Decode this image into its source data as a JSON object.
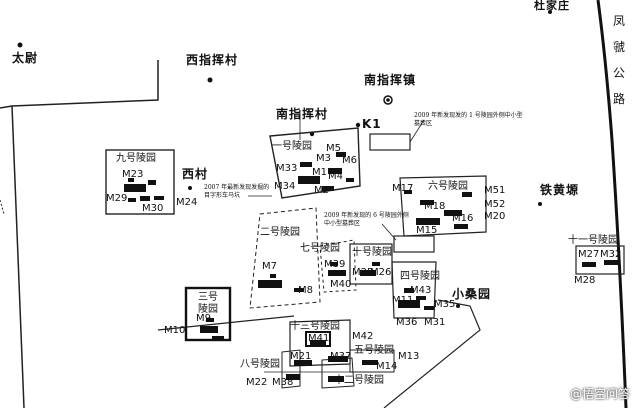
{
  "places": {
    "taiwei": "太尉",
    "xizhihuicun": "西指挥村",
    "nanzhihuizhen": "南指挥镇",
    "nanzhihuicun": "南指挥村",
    "xicun": "西村",
    "zhujiazhuang": "杜家庄",
    "tiehuangyuan": "铁黄塬",
    "xiaosangyuan": "小桑园",
    "fenghaogong_road": "凤\n虢\n公\n路"
  },
  "point_k1": "K1",
  "cemeteries": {
    "c1": "一号陵园",
    "c2": "二号陵园",
    "c3": "三号\n陵园",
    "c4": "四号陵园",
    "c5": "五号陵园",
    "c6": "六号陵园",
    "c7": "七号陵园",
    "c8": "八号陵园",
    "c9": "九号陵园",
    "c10": "十号陵园",
    "c11": "十一号陵园",
    "c12": "十二号陵园",
    "c13": "十三号陵园"
  },
  "notes": {
    "n2009_k1": "2009 年新发现发的 1 号陵园外侧中小型墓葬区",
    "n2007": "2007 年最新发现发掘的目字形车马坑",
    "n2009_c6": "2009 年新发现的 6 号陵园外侧中小型墓葬区"
  },
  "tombs": {
    "M1": "M1",
    "M2": "M2",
    "M3": "M3",
    "M4": "M4",
    "M5": "M5",
    "M6": "M6",
    "M7": "M7",
    "M8": "M8",
    "M9": "M9",
    "M10": "M10",
    "M11": "M11",
    "M13": "M13",
    "M14": "M14",
    "M15": "M15",
    "M16": "M16",
    "M17": "M17",
    "M18": "M18",
    "M20": "M20",
    "M21": "M21",
    "M22": "M22",
    "M23": "M23",
    "M24": "M24",
    "M25": "M25",
    "M26": "M26",
    "M27": "M27",
    "M28": "M28",
    "M29": "M29",
    "M30": "M30",
    "M31": "M31",
    "M32": "M32",
    "M33": "M33",
    "M34": "M34",
    "M35": "M35",
    "M36": "M36",
    "M37": "M37",
    "M38": "M38",
    "M39": "M39",
    "M40": "M40",
    "M41": "M41",
    "M42": "M42",
    "M43": "M43",
    "M51": "M51",
    "M52": "M52"
  },
  "watermark": "@悟空问答"
}
